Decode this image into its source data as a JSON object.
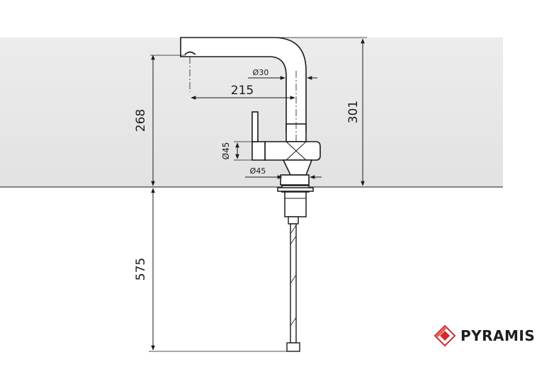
{
  "dimensions": {
    "pipe_diameter": "Ø30",
    "spout_reach": "215",
    "spout_height": "268",
    "total_height": "301",
    "lever_diameter": "Ø45",
    "body_diameter": "Ø45",
    "hose_length": "575"
  },
  "brand": {
    "name": "PYRAMIS",
    "logo_color": "#d42a2a"
  }
}
